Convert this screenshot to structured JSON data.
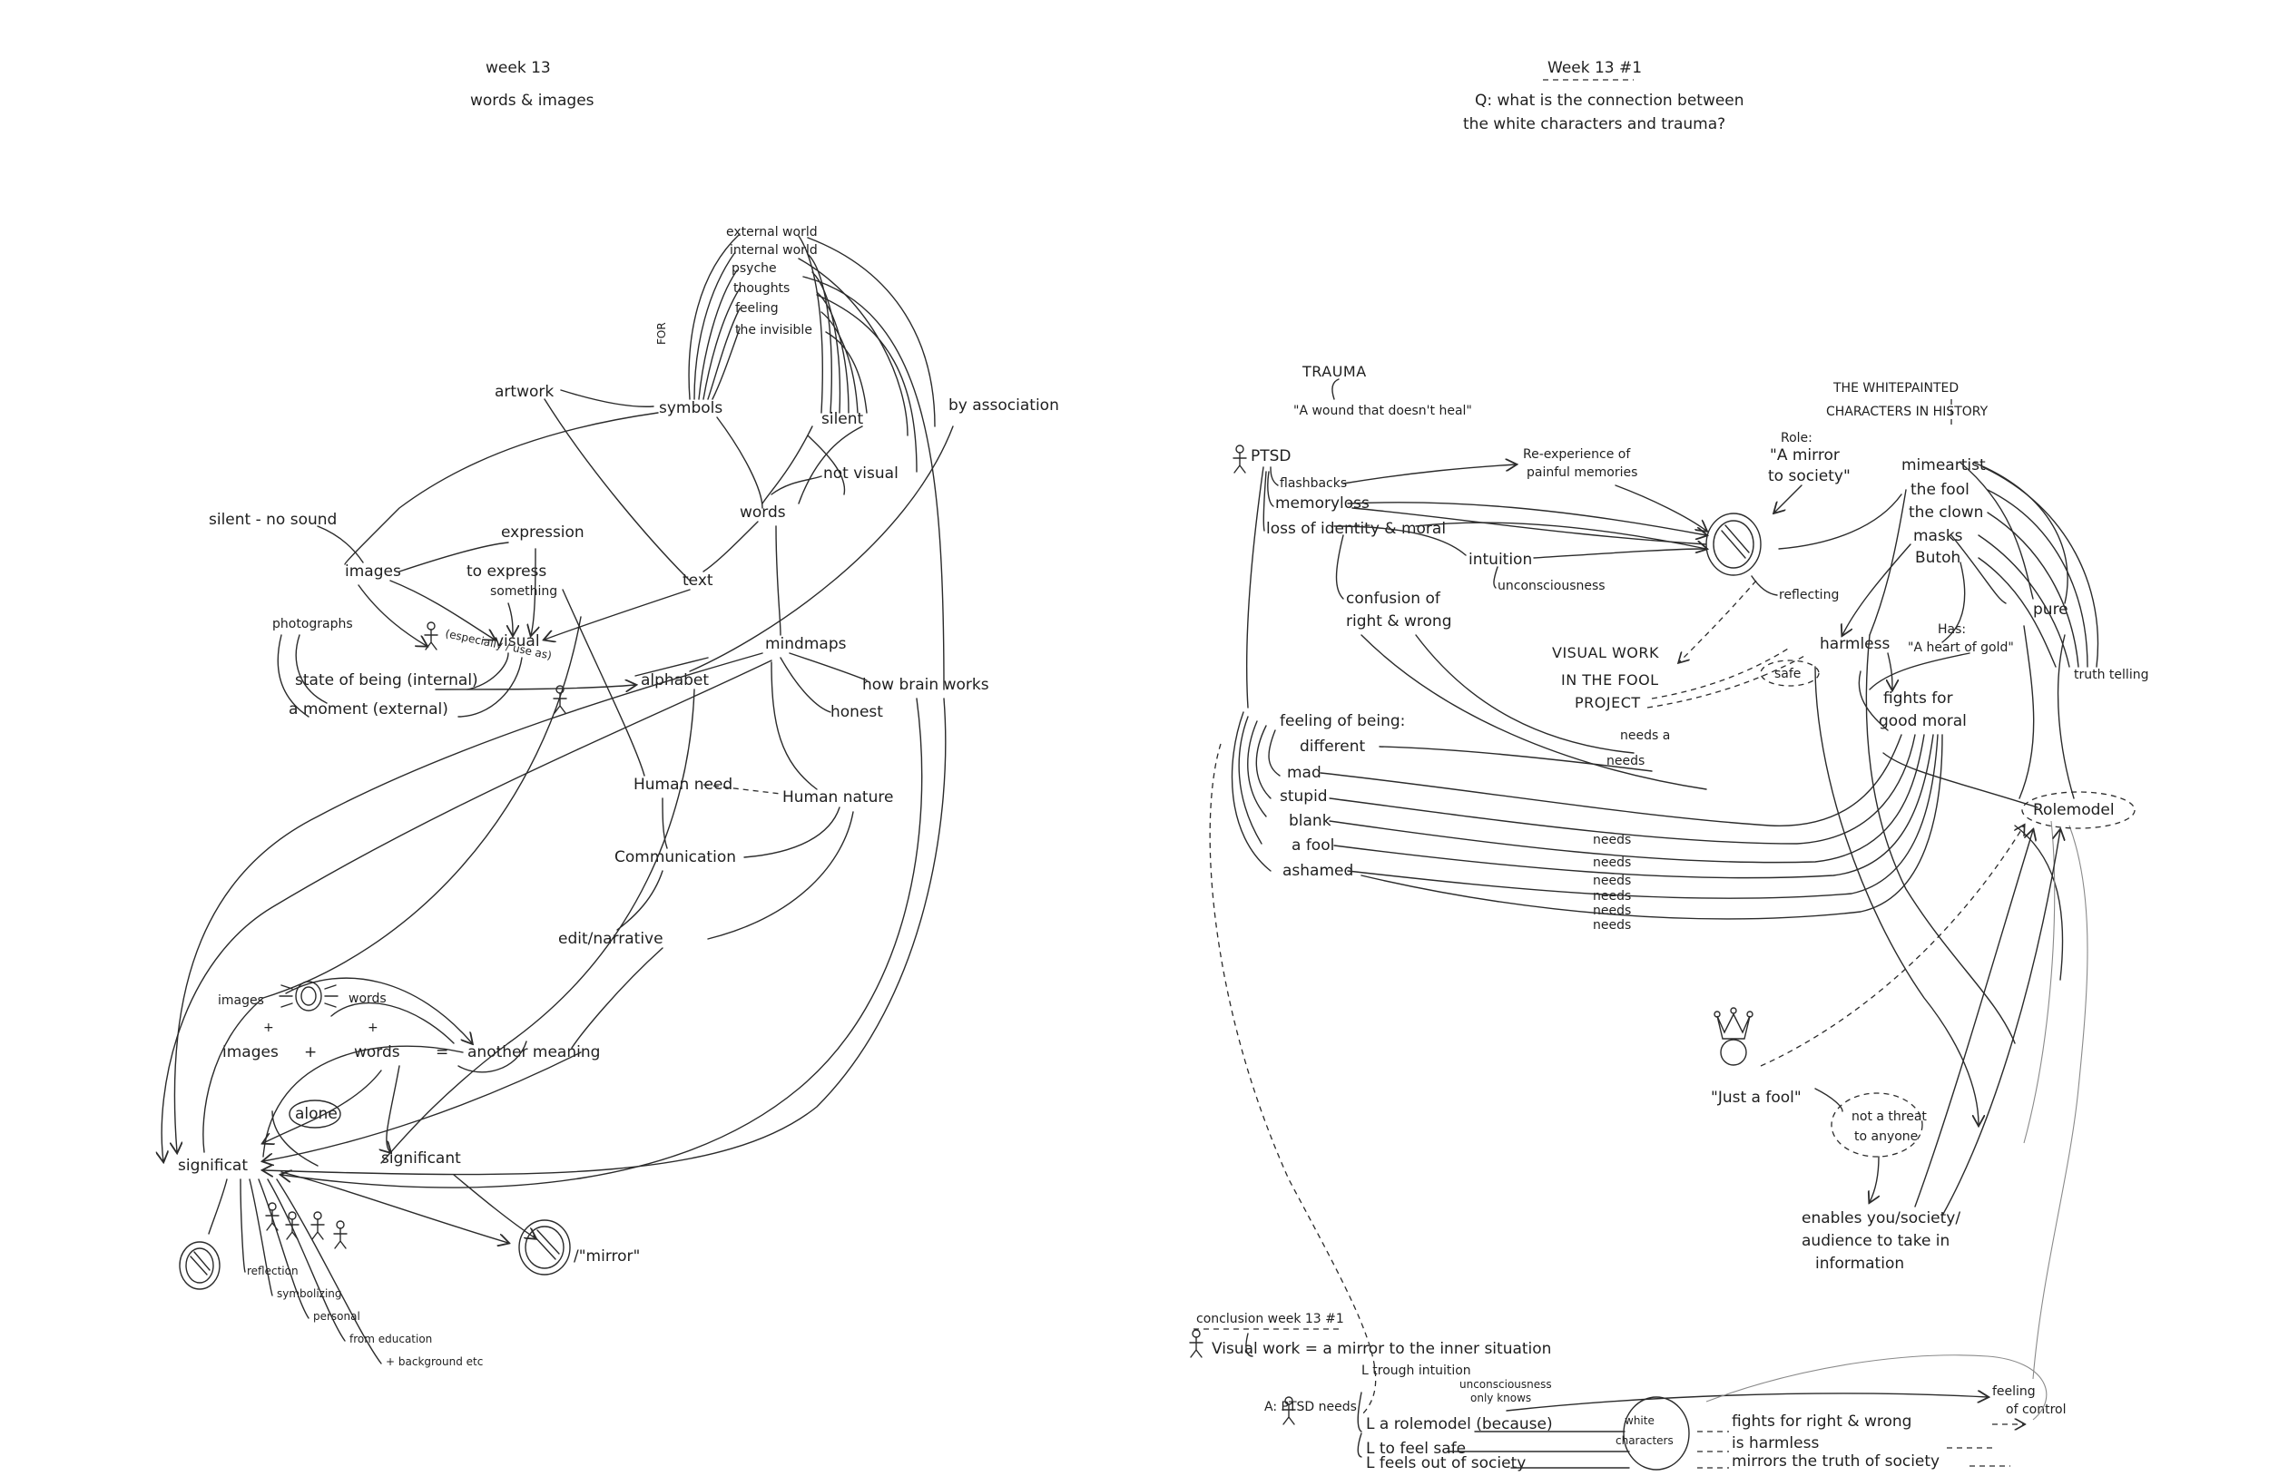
{
  "left_page": {
    "header": {
      "line1": "week 13",
      "line2": "words & images"
    },
    "nodes": {
      "external_world": "external world",
      "internal_world": "internal world",
      "psyche": "psyche",
      "thoughts": "thoughts",
      "feeling": "feeling",
      "the_invisible": "the invisible",
      "for": "FOR",
      "artwork": "artwork",
      "symbols": "symbols",
      "silent": "silent",
      "by_association": "by association",
      "not_visual": "not visual",
      "words": "words",
      "silent_no_sound": "silent - no sound",
      "expression": "expression",
      "images": "images",
      "to_express": "to express",
      "something": "something",
      "text": "text",
      "photographs": "photographs",
      "visual": "visual",
      "especially_use_as": "(especially / use as)",
      "alphabet": "alphabet",
      "mindmaps": "mindmaps",
      "state_of_being": "state of being (internal)",
      "a_moment": "a moment (external)",
      "how_brain_works": "how brain works",
      "honest": "honest",
      "human_need": "Human need",
      "human_nature": "Human nature",
      "communication": "Communication",
      "edit_narrative": "edit/narrative",
      "images_small": "images",
      "words_small": "words",
      "plus": "+",
      "images_big": "images",
      "words_big": "words",
      "equals": "=",
      "another_meaning": "another meaning",
      "alone": "alone",
      "significat": "significat",
      "significant": "significant",
      "mirror": "/\"mirror\"",
      "reflection": "reflection",
      "symbolizing": "symbolizing",
      "personal": "personal",
      "from_education": "from education",
      "background_etc": "+ background etc"
    }
  },
  "right_page": {
    "header": {
      "line1": "Week 13 #1",
      "question1": "Q: what is the connection between",
      "question2": "the white characters and trauma?"
    },
    "nodes": {
      "trauma": "TRAUMA",
      "trauma_def": "\"A wound that doesn't heal\"",
      "ptsd": "PTSD",
      "flashbacks": "flashbacks",
      "memory_loss": "memoryloss",
      "loss_identity": "loss of identity & moral",
      "re_experience": "Re-experience of",
      "painful_memories": "painful memories",
      "intuition": "intuition",
      "unconsciousness": "unconsciousness",
      "confusion1": "confusion of",
      "confusion2": "right & wrong",
      "white_painted1": "THE WHITEPAINTED",
      "white_painted2": "CHARACTERS IN HISTORY",
      "role1": "Role:",
      "role2": "\"A mirror",
      "role3": "to society\"",
      "mimeartist": "mimeartist",
      "the_fool": "the fool",
      "the_clown": "the clown",
      "masks": "masks",
      "butoh": "Butoh",
      "pure": "pure",
      "truth_telling": "truth telling",
      "reflecting": "reflecting",
      "visual_work1": "VISUAL WORK",
      "visual_work2": "IN THE FOOL",
      "visual_work3": "PROJECT",
      "harmless": "harmless",
      "safe": "safe",
      "has1": "Has:",
      "has2": "\"A heart of gold\"",
      "fights1": "fights for",
      "fights2": "good moral",
      "needs_a": "needs a",
      "needs": "needs",
      "feeling_being": "feeling of being:",
      "different": "different",
      "mad": "mad",
      "stupid": "stupid",
      "blank": "blank",
      "a_fool": "a fool",
      "ashamed": "ashamed",
      "rolemodel": "Rolemodel",
      "just_a_fool": "\"Just a fool\"",
      "not_threat1": "not a threat",
      "not_threat2": "to anyone",
      "enables1": "enables you/society/",
      "enables2": "audience to take in",
      "enables3": "information",
      "conclusion": "conclusion week 13 #1",
      "visual_work_mirror": "Visual work = a mirror to the inner situation",
      "trough_intuition": "L trough intuition",
      "unconsciousness_knows1": "unconsciousness",
      "unconsciousness_knows2": "only knows",
      "answer": "A: PTSD needs",
      "a_rolemodel": "L a rolemodel (because)",
      "to_feel_safe": "L to feel safe",
      "feels_out": "L feels out of society",
      "white_characters1": "white",
      "white_characters2": "characters",
      "fights_right_wrong": "fights for right & wrong",
      "is_harmless": "is harmless",
      "mirrors_truth": "mirrors the truth of society",
      "feeling_control1": "feeling",
      "feeling_control2": "of control"
    }
  }
}
